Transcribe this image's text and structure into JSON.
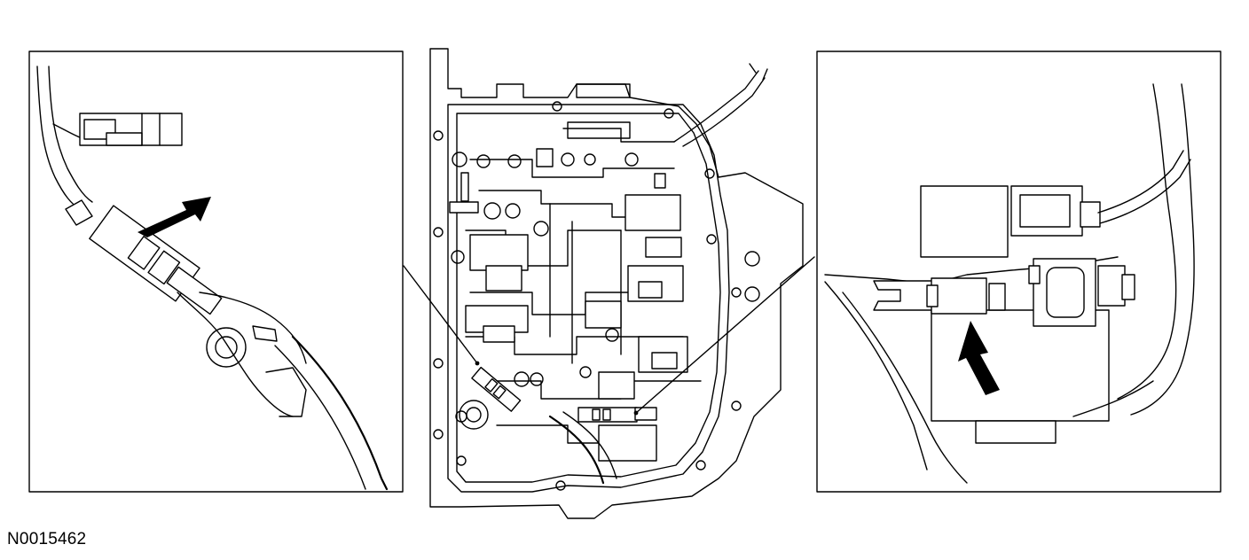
{
  "figure": {
    "code": "N0015462"
  },
  "panels": [
    {
      "id": "left-detail",
      "content": "connector-close-up"
    },
    {
      "id": "center-main",
      "content": "valve-body"
    },
    {
      "id": "right-detail",
      "content": "connector-close-up"
    }
  ],
  "icons": [
    "arrow-icon",
    "connector-icon",
    "wire-harness-icon",
    "valve-body-icon",
    "bolt-hole-icon"
  ],
  "colors": {
    "line": "#000000",
    "background": "#ffffff"
  }
}
